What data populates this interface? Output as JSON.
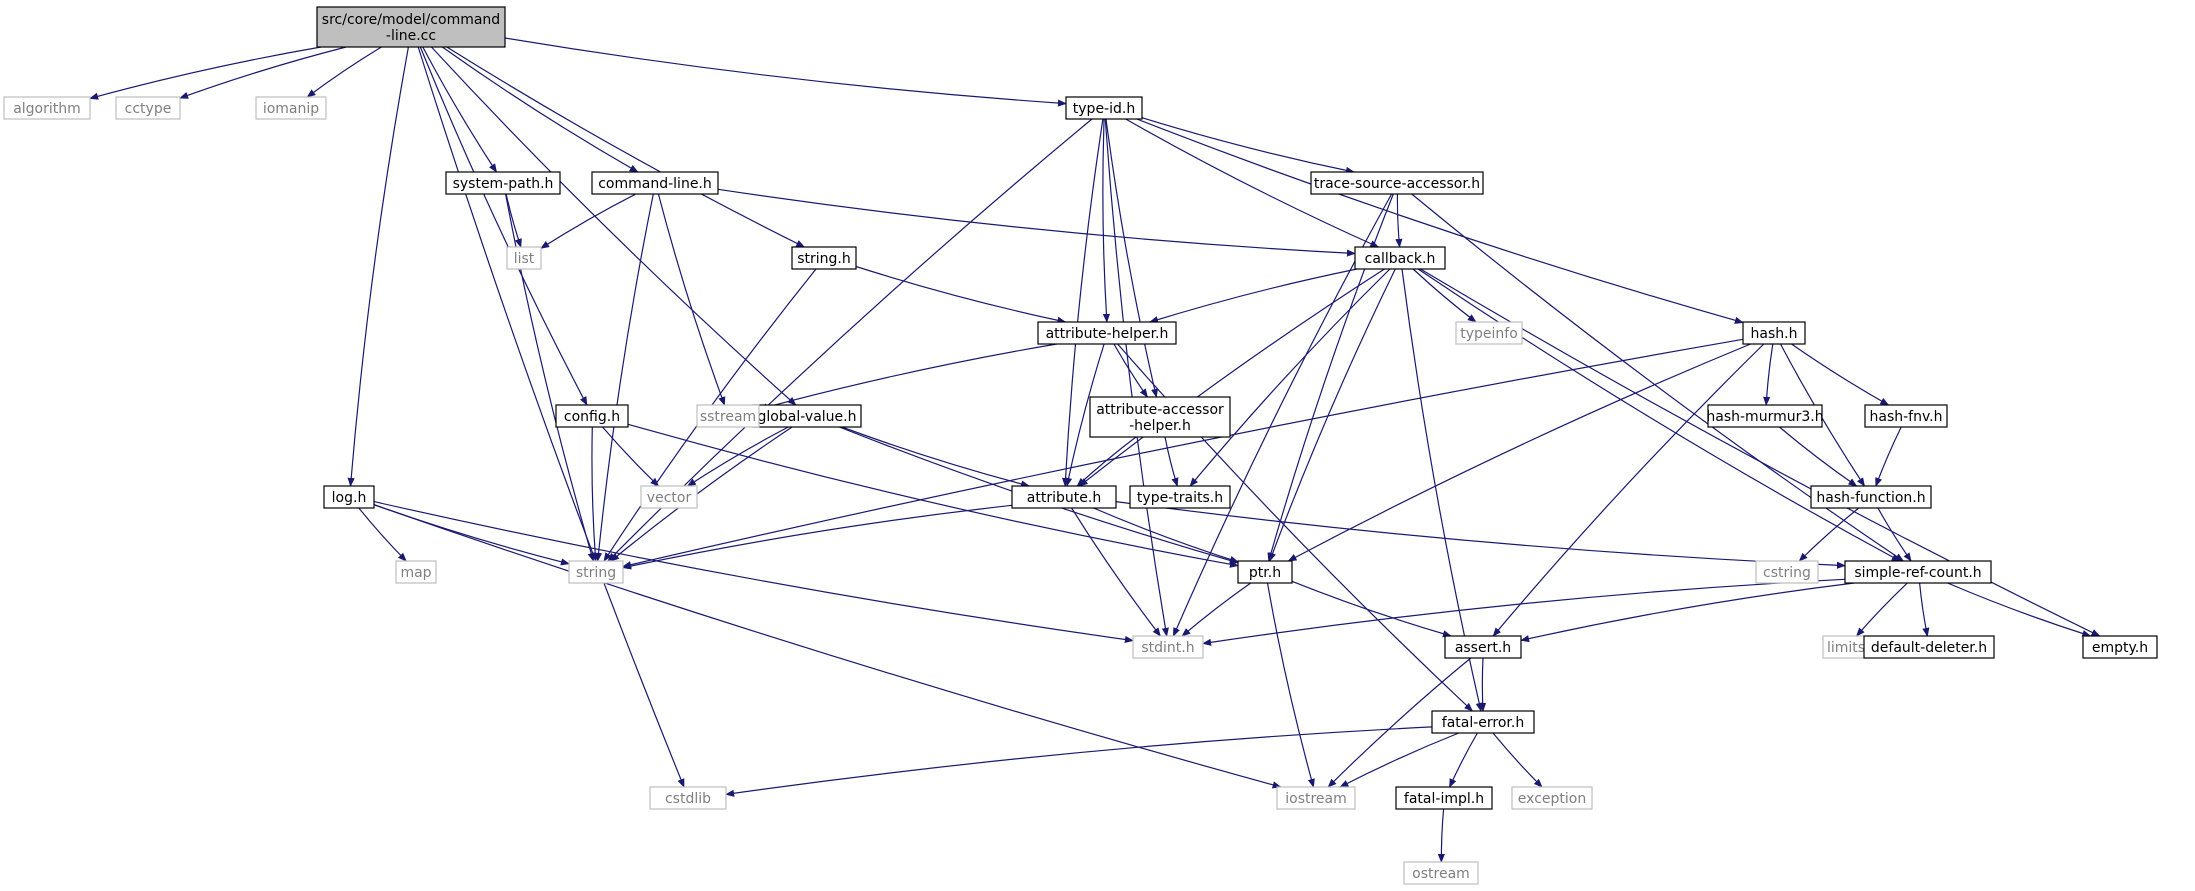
{
  "nodes": [
    {
      "id": "root",
      "lines": [
        "src/core/model/command",
        "-line.cc"
      ],
      "kind": "root"
    },
    {
      "id": "algorithm",
      "lines": [
        "algorithm"
      ],
      "kind": "ext"
    },
    {
      "id": "cctype",
      "lines": [
        "cctype"
      ],
      "kind": "ext"
    },
    {
      "id": "iomanip",
      "lines": [
        "iomanip"
      ],
      "kind": "ext"
    },
    {
      "id": "cstdlib",
      "lines": [
        "cstdlib"
      ],
      "kind": "ext"
    },
    {
      "id": "log",
      "lines": [
        "log.h"
      ],
      "kind": "file"
    },
    {
      "id": "config",
      "lines": [
        "config.h"
      ],
      "kind": "file"
    },
    {
      "id": "system_path",
      "lines": [
        "system-path.h"
      ],
      "kind": "file"
    },
    {
      "id": "command_line",
      "lines": [
        "command-line.h"
      ],
      "kind": "file"
    },
    {
      "id": "global_value",
      "lines": [
        "global-value.h"
      ],
      "kind": "file"
    },
    {
      "id": "string_h",
      "lines": [
        "string.h"
      ],
      "kind": "file"
    },
    {
      "id": "type_id",
      "lines": [
        "type-id.h"
      ],
      "kind": "file"
    },
    {
      "id": "list",
      "lines": [
        "list"
      ],
      "kind": "ext"
    },
    {
      "id": "string",
      "lines": [
        "string"
      ],
      "kind": "ext"
    },
    {
      "id": "map",
      "lines": [
        "map"
      ],
      "kind": "ext"
    },
    {
      "id": "vector",
      "lines": [
        "vector"
      ],
      "kind": "ext"
    },
    {
      "id": "sstream",
      "lines": [
        "sstream"
      ],
      "kind": "ext"
    },
    {
      "id": "trace_source",
      "lines": [
        "trace-source-accessor.h"
      ],
      "kind": "file"
    },
    {
      "id": "callback",
      "lines": [
        "callback.h"
      ],
      "kind": "file"
    },
    {
      "id": "attribute_helper",
      "lines": [
        "attribute-helper.h"
      ],
      "kind": "file"
    },
    {
      "id": "attr_acc_helper",
      "lines": [
        "attribute-accessor",
        "-helper.h"
      ],
      "kind": "file"
    },
    {
      "id": "attribute",
      "lines": [
        "attribute.h"
      ],
      "kind": "file"
    },
    {
      "id": "type_traits",
      "lines": [
        "type-traits.h"
      ],
      "kind": "file"
    },
    {
      "id": "typeinfo",
      "lines": [
        "typeinfo"
      ],
      "kind": "ext"
    },
    {
      "id": "hash",
      "lines": [
        "hash.h"
      ],
      "kind": "file"
    },
    {
      "id": "hash_murmur3",
      "lines": [
        "hash-murmur3.h"
      ],
      "kind": "file"
    },
    {
      "id": "hash_fnv",
      "lines": [
        "hash-fnv.h"
      ],
      "kind": "file"
    },
    {
      "id": "hash_function",
      "lines": [
        "hash-function.h"
      ],
      "kind": "file"
    },
    {
      "id": "cstring",
      "lines": [
        "cstring"
      ],
      "kind": "ext"
    },
    {
      "id": "simple_ref",
      "lines": [
        "simple-ref-count.h"
      ],
      "kind": "file"
    },
    {
      "id": "ptr",
      "lines": [
        "ptr.h"
      ],
      "kind": "file"
    },
    {
      "id": "stdint",
      "lines": [
        "stdint.h"
      ],
      "kind": "ext"
    },
    {
      "id": "assert",
      "lines": [
        "assert.h"
      ],
      "kind": "file"
    },
    {
      "id": "limits",
      "lines": [
        "limits"
      ],
      "kind": "ext"
    },
    {
      "id": "default_deleter",
      "lines": [
        "default-deleter.h"
      ],
      "kind": "file"
    },
    {
      "id": "empty",
      "lines": [
        "empty.h"
      ],
      "kind": "file"
    },
    {
      "id": "fatal_error",
      "lines": [
        "fatal-error.h"
      ],
      "kind": "file"
    },
    {
      "id": "iostream",
      "lines": [
        "iostream"
      ],
      "kind": "ext"
    },
    {
      "id": "exception",
      "lines": [
        "exception"
      ],
      "kind": "ext"
    },
    {
      "id": "fatal_impl",
      "lines": [
        "fatal-impl.h"
      ],
      "kind": "file"
    },
    {
      "id": "ostream",
      "lines": [
        "ostream"
      ],
      "kind": "ext"
    }
  ],
  "edges": [
    [
      "root",
      "algorithm"
    ],
    [
      "root",
      "cctype"
    ],
    [
      "root",
      "iomanip"
    ],
    [
      "root",
      "cstdlib"
    ],
    [
      "root",
      "log"
    ],
    [
      "root",
      "config"
    ],
    [
      "root",
      "system_path"
    ],
    [
      "root",
      "command_line"
    ],
    [
      "root",
      "global_value"
    ],
    [
      "root",
      "string_h"
    ],
    [
      "root",
      "type_id"
    ],
    [
      "system_path",
      "list"
    ],
    [
      "system_path",
      "string"
    ],
    [
      "command_line",
      "list"
    ],
    [
      "command_line",
      "string"
    ],
    [
      "command_line",
      "sstream"
    ],
    [
      "command_line",
      "callback"
    ],
    [
      "string_h",
      "string"
    ],
    [
      "string_h",
      "attribute_helper"
    ],
    [
      "config",
      "vector"
    ],
    [
      "config",
      "string"
    ],
    [
      "config",
      "ptr"
    ],
    [
      "global_value",
      "vector"
    ],
    [
      "global_value",
      "string"
    ],
    [
      "global_value",
      "attribute"
    ],
    [
      "global_value",
      "ptr"
    ],
    [
      "log",
      "map"
    ],
    [
      "log",
      "string"
    ],
    [
      "log",
      "stdint"
    ],
    [
      "log",
      "iostream"
    ],
    [
      "type_id",
      "string"
    ],
    [
      "type_id",
      "stdint"
    ],
    [
      "type_id",
      "attribute"
    ],
    [
      "type_id",
      "attribute_helper"
    ],
    [
      "type_id",
      "attr_acc_helper"
    ],
    [
      "type_id",
      "callback"
    ],
    [
      "type_id",
      "trace_source"
    ],
    [
      "type_id",
      "hash"
    ],
    [
      "trace_source",
      "callback"
    ],
    [
      "trace_source",
      "ptr"
    ],
    [
      "trace_source",
      "stdint"
    ],
    [
      "trace_source",
      "simple_ref"
    ],
    [
      "callback",
      "attribute_helper"
    ],
    [
      "callback",
      "typeinfo"
    ],
    [
      "callback",
      "attribute"
    ],
    [
      "callback",
      "type_traits"
    ],
    [
      "callback",
      "ptr"
    ],
    [
      "callback",
      "simple_ref"
    ],
    [
      "callback",
      "empty"
    ],
    [
      "callback",
      "fatal_error"
    ],
    [
      "attribute_helper",
      "sstream"
    ],
    [
      "attribute_helper",
      "attr_acc_helper"
    ],
    [
      "attribute_helper",
      "attribute"
    ],
    [
      "attribute_helper",
      "fatal_error"
    ],
    [
      "attr_acc_helper",
      "attribute"
    ],
    [
      "attr_acc_helper",
      "type_traits"
    ],
    [
      "attribute",
      "string"
    ],
    [
      "attribute",
      "ptr"
    ],
    [
      "attribute",
      "stdint"
    ],
    [
      "attribute",
      "simple_ref"
    ],
    [
      "hash",
      "string"
    ],
    [
      "hash",
      "hash_murmur3"
    ],
    [
      "hash",
      "hash_fnv"
    ],
    [
      "hash",
      "hash_function"
    ],
    [
      "hash",
      "ptr"
    ],
    [
      "hash",
      "assert"
    ],
    [
      "hash_murmur3",
      "hash_function"
    ],
    [
      "hash_fnv",
      "hash_function"
    ],
    [
      "hash_function",
      "cstring"
    ],
    [
      "hash_function",
      "simple_ref"
    ],
    [
      "simple_ref",
      "stdint"
    ],
    [
      "simple_ref",
      "limits"
    ],
    [
      "simple_ref",
      "default_deleter"
    ],
    [
      "simple_ref",
      "empty"
    ],
    [
      "simple_ref",
      "assert"
    ],
    [
      "ptr",
      "stdint"
    ],
    [
      "ptr",
      "iostream"
    ],
    [
      "ptr",
      "assert"
    ],
    [
      "assert",
      "iostream"
    ],
    [
      "assert",
      "fatal_error"
    ],
    [
      "fatal_error",
      "cstdlib"
    ],
    [
      "fatal_error",
      "iostream"
    ],
    [
      "fatal_error",
      "exception"
    ],
    [
      "fatal_error",
      "fatal_impl"
    ],
    [
      "fatal_impl",
      "ostream"
    ]
  ],
  "colors": {
    "edge": "#191970",
    "root_fill": "#bfbfbf",
    "file_border": "#000000",
    "ext_border": "#bfbfbf"
  }
}
